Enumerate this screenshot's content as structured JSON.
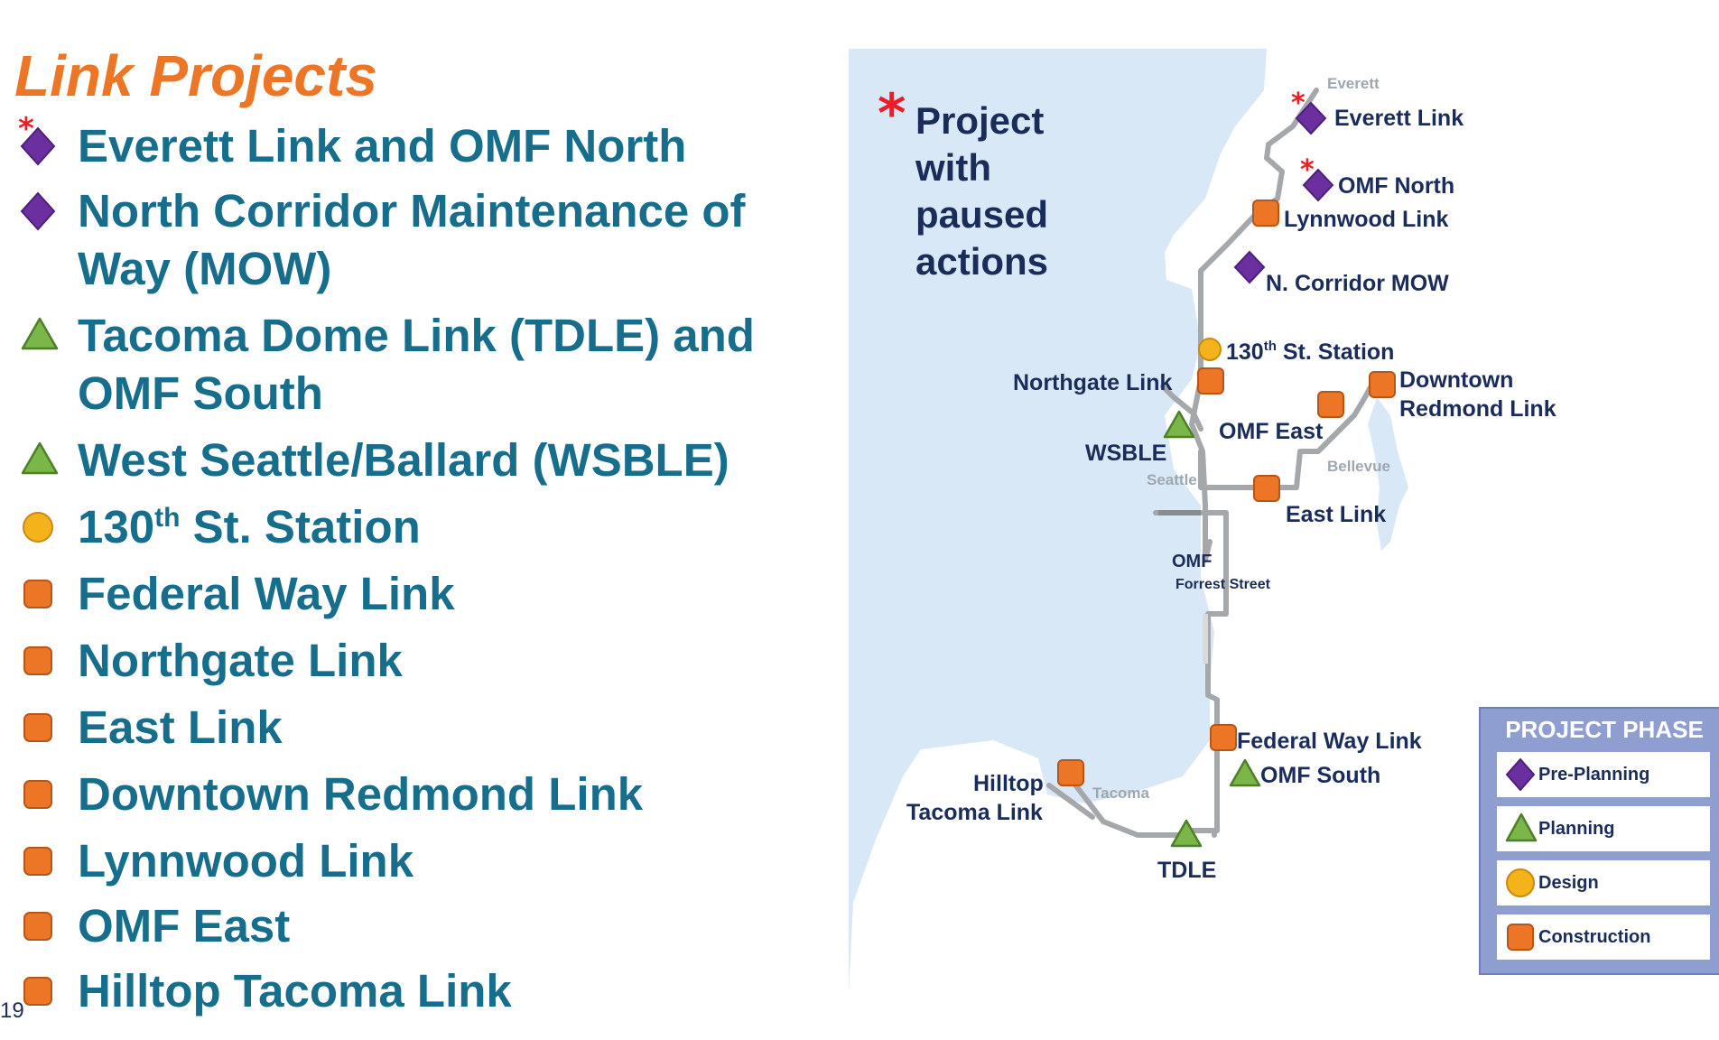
{
  "title": "Link Projects",
  "page_number": "19",
  "star_glyph": "*",
  "legend": {
    "title": "PROJECT PHASE",
    "items": [
      {
        "label": "Pre-Planning",
        "icon": "purple-diamond-icon",
        "color": "#6b2fa0"
      },
      {
        "label": "Planning",
        "icon": "green-triangle-icon",
        "color": "#7ab648"
      },
      {
        "label": "Design",
        "icon": "yellow-circle-icon",
        "color": "#f5b31b"
      },
      {
        "label": "Construction",
        "icon": "orange-square-icon",
        "color": "#ec7625"
      }
    ]
  },
  "paused_note": {
    "star": "*",
    "text": "Project\nwith\npaused\nactions"
  },
  "projects": [
    {
      "line1": "Everett Link and OMF North",
      "line2": "",
      "phase": "Pre-Planning",
      "paused": true
    },
    {
      "line1": "North Corridor Maintenance of",
      "line2": "Way (MOW)",
      "phase": "Pre-Planning",
      "paused": false
    },
    {
      "line1": "Tacoma Dome Link (TDLE) and",
      "line2": "OMF South",
      "phase": "Planning",
      "paused": false
    },
    {
      "line1": "West Seattle/Ballard (WSBLE)",
      "line2": "",
      "phase": "Planning",
      "paused": false
    },
    {
      "line1": "130",
      "sup": "th",
      "rest": " St. Station",
      "line2": "",
      "phase": "Design",
      "paused": false
    },
    {
      "line1": "Federal Way Link",
      "line2": "",
      "phase": "Construction",
      "paused": false
    },
    {
      "line1": "Northgate Link",
      "line2": "",
      "phase": "Construction",
      "paused": false
    },
    {
      "line1": "East Link",
      "line2": "",
      "phase": "Construction",
      "paused": false
    },
    {
      "line1": "Downtown Redmond Link",
      "line2": "",
      "phase": "Construction",
      "paused": false
    },
    {
      "line1": "Lynnwood Link",
      "line2": "",
      "phase": "Construction",
      "paused": false
    },
    {
      "line1": "OMF East",
      "line2": "",
      "phase": "Construction",
      "paused": false
    },
    {
      "line1": "Hilltop Tacoma Link",
      "line2": "",
      "phase": "Construction",
      "paused": false
    }
  ],
  "map": {
    "cities": [
      "Everett",
      "Seattle",
      "Bellevue",
      "Tacoma"
    ],
    "labels": {
      "everett_link": "Everett Link",
      "omf_north": "OMF North",
      "lynnwood_link": "Lynnwood Link",
      "n_corridor_mow": "N. Corridor MOW",
      "station_130_num": "130",
      "station_130_sup": "th",
      "station_130_rest": " St. Station",
      "northgate_link": "Northgate Link",
      "downtown_redmond_1": "Downtown",
      "downtown_redmond_2": "Redmond Link",
      "wsble": "WSBLE",
      "omf_east": "OMF East",
      "east_link": "East Link",
      "omf_forrest_1": "OMF",
      "omf_forrest_2": "Forrest Street",
      "federal_way_link": "Federal Way Link",
      "omf_south": "OMF South",
      "hilltop_1": "Hilltop",
      "hilltop_2": "Tacoma Link",
      "tdle": "TDLE"
    }
  },
  "colors": {
    "title": "#ec7625",
    "project_text": "#176e8c",
    "map_text": "#1a2c5a",
    "city_text": "#9ea7b0",
    "water": "#d8e8f6",
    "track": "#a5a8ab",
    "star": "#ee1c25"
  }
}
